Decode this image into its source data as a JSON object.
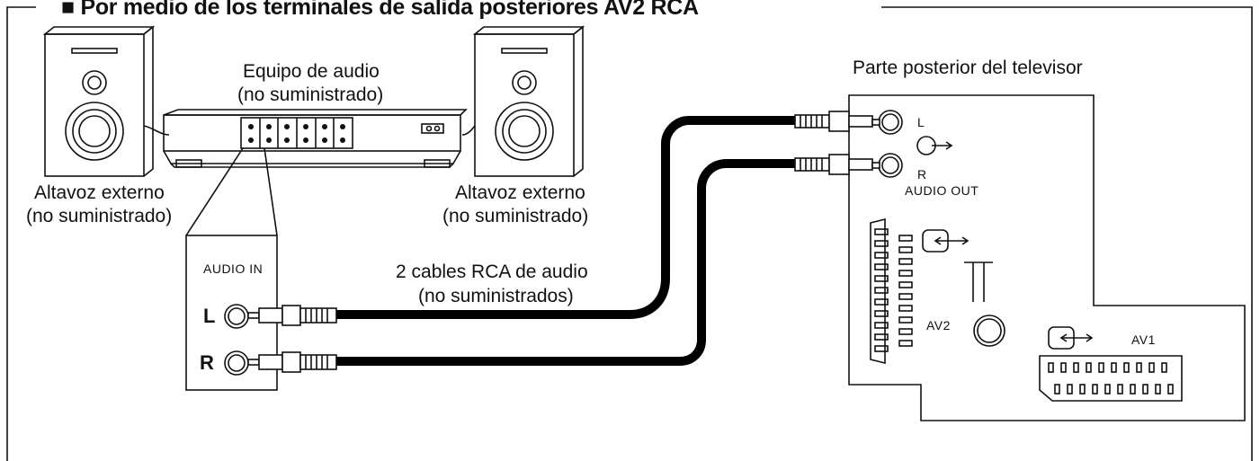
{
  "heading": "■ Por medio de los terminales de salida posteriores AV2 RCA",
  "labels": {
    "audio_equipment_line1": "Equipo de audio",
    "audio_equipment_line2": "(no suministrado)",
    "tv_rear": "Parte posterior del televisor",
    "speaker_left_line1": "Altavoz externo",
    "speaker_left_line2": "(no suministrado)",
    "speaker_right_line1": "Altavoz externo",
    "speaker_right_line2": "(no suministrado)",
    "cables_line1": "2 cables RCA de audio",
    "cables_line2": "(no suministrados)",
    "audio_in": "AUDIO IN",
    "in_L": "L",
    "in_R": "R",
    "out_L": "L",
    "out_R": "R",
    "audio_out": "AUDIO OUT",
    "av2": "AV2",
    "av1": "AV1"
  },
  "icons": [
    "speaker-icon",
    "audio-equipment-icon",
    "rca-cable-icon",
    "tv-rear-panel-icon",
    "output-arrow-icon",
    "scart-connector-icon"
  ],
  "colors": {
    "line": "#111111",
    "cable": "#000000",
    "background": "#ffffff"
  }
}
